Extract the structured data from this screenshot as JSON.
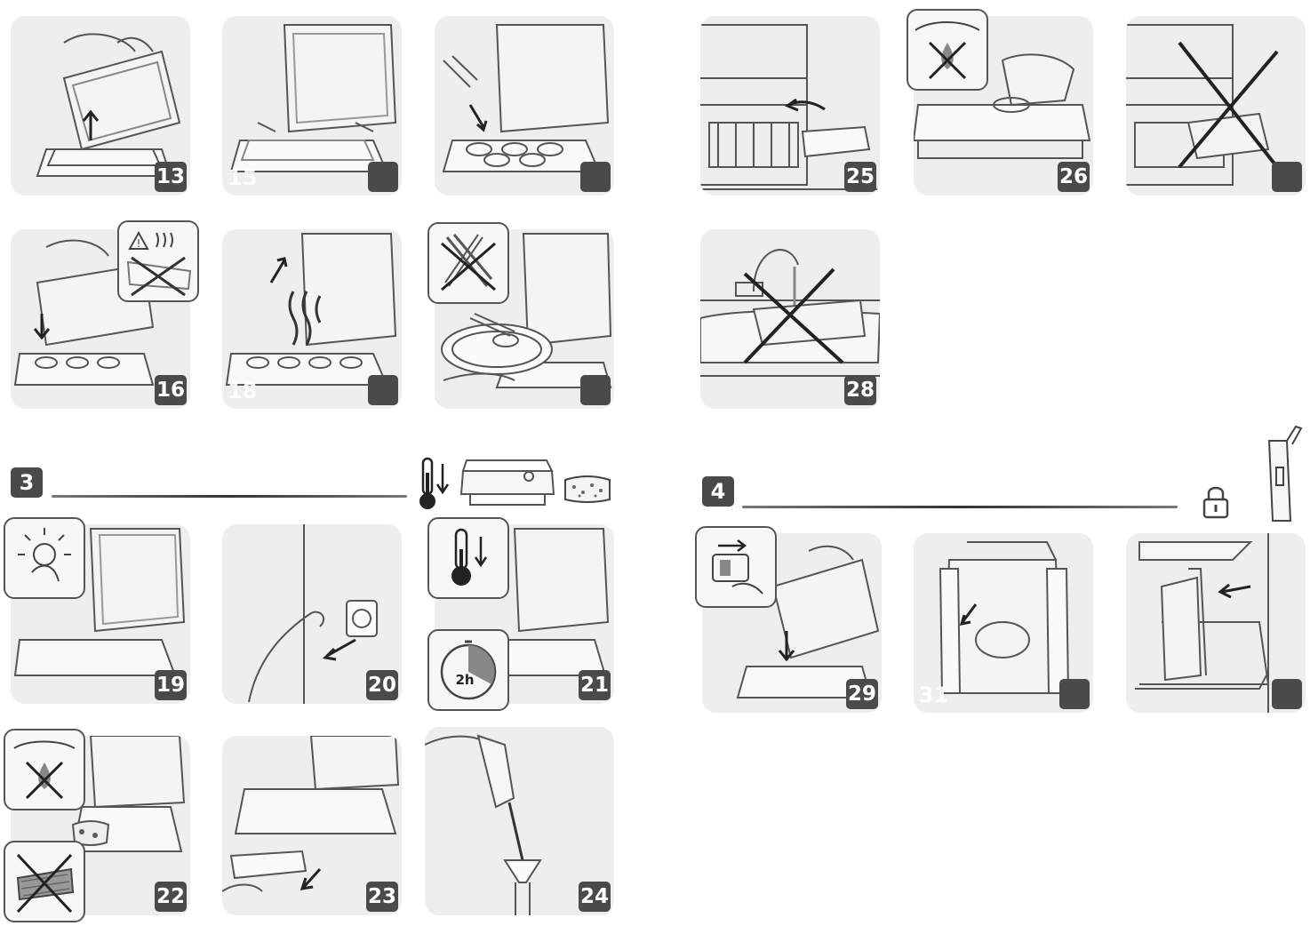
{
  "sections": {
    "three": {
      "label": "3"
    },
    "four": {
      "label": "4"
    }
  },
  "panels": {
    "p13": {
      "number": "13"
    },
    "p15": {
      "number": "",
      "ghost": "15"
    },
    "p_r1c3": {
      "number": ""
    },
    "p16": {
      "number": "16"
    },
    "p18": {
      "number": "",
      "ghost": "18"
    },
    "p_r2c3": {
      "number": ""
    },
    "p19": {
      "number": "19"
    },
    "p20": {
      "number": "20"
    },
    "p21": {
      "number": "21"
    },
    "p22": {
      "number": "22"
    },
    "p23": {
      "number": "23"
    },
    "p24": {
      "number": "24"
    },
    "p25": {
      "number": "25"
    },
    "p26": {
      "number": "26"
    },
    "p_r1c6": {
      "number": ""
    },
    "p28": {
      "number": "28"
    },
    "p29": {
      "number": "29"
    },
    "p31": {
      "number": "",
      "ghost": "31"
    },
    "p_r4c6": {
      "number": ""
    }
  },
  "timer": {
    "label": "2h"
  },
  "icons": {
    "line_color": "#555555",
    "panel_color": "#eeeeee",
    "badge_color": "#4a4a4a"
  }
}
